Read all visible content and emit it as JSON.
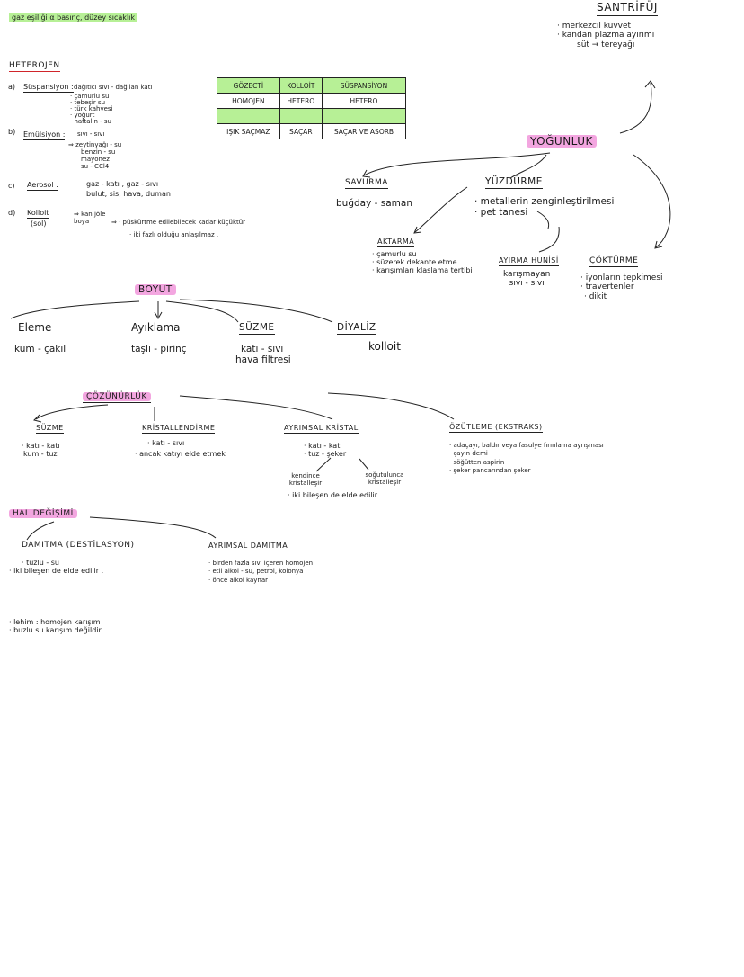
{
  "top": {
    "scribble": "gaz eşiliği α basınç, düzey sıcaklık",
    "santrifuj": "SANTRİFÜJ",
    "santrifuj_lines": [
      "· merkezcil kuvvet",
      "· kandan plazma ayırımı",
      "süt → tereyağı"
    ]
  },
  "heterojen": {
    "title": "HETEROJEN",
    "items": [
      {
        "marker": "a)",
        "label": "Süspansiyon :",
        "text": "dağıtıcı sıvı - dağılan katı",
        "sub": [
          "· çamurlu su",
          "· tebeşir su",
          "· türk kahvesi",
          "· yoğurt",
          "· naftalin - su"
        ]
      },
      {
        "marker": "b)",
        "label": "Emülsiyon :",
        "text": "sıvı - sıvı",
        "sub": [
          "⇒ zeytinyağı - su",
          "benzin - su",
          "mayonez",
          "su - CCl4"
        ]
      },
      {
        "marker": "c)",
        "label": "Aerosol :",
        "text": "gaz - katı , gaz - sıvı",
        "sub": [
          "bulut, sis, hava, duman"
        ]
      },
      {
        "marker": "d)",
        "label": "Kolloit",
        "label2": "(sol)",
        "text": "⇒ kan   jöle   boya",
        "sub": [
          "⇒ · püskürtme edilebilecek kadar küçüktür",
          "· iki fazlı olduğu anlaşılmaz ."
        ]
      }
    ]
  },
  "table": {
    "headers": [
      "GÖZECTİ",
      "KOLLOİT",
      "SÜSPANSİYON"
    ],
    "rows": [
      [
        "HOMOJEN",
        "HETERO",
        "HETERO"
      ],
      [
        "",
        "",
        ""
      ],
      [
        "IŞIK SAÇMAZ",
        "SAÇAR",
        "SAÇAR VE ASORB"
      ]
    ]
  },
  "yogunluk": {
    "title": "YOĞUNLUK",
    "savurma": {
      "title": "SAVURMA",
      "text": "buğday - saman"
    },
    "yuzdurme": {
      "title": "YÜZDÜRME",
      "lines": [
        "· metallerin zenginleştirilmesi",
        "· pet tanesi"
      ]
    },
    "aktarma": {
      "title": "AKTARMA",
      "lines": [
        "· çamurlu su",
        "· süzerek dekante etme",
        "· karışımları klaslama tertibi"
      ]
    },
    "ayirma_hunisi": {
      "title": "AYIRMA HUNİSİ",
      "lines": [
        "karışmayan",
        "sıvı - sıvı"
      ]
    },
    "coktarme": {
      "title": "ÇÖKTÜRME",
      "lines": [
        "· iyonların tepkimesi",
        "· travertenler",
        "· dikit"
      ]
    }
  },
  "boyut": {
    "title": "BOYUT",
    "items": [
      {
        "title": "Eleme",
        "text": "kum - çakıl"
      },
      {
        "title": "Ayıklama",
        "text": "taşlı - pirinç"
      },
      {
        "title": "SÜZME",
        "text": "katı - sıvı",
        "text2": "hava filtresi"
      },
      {
        "title": "DİYALİZ",
        "text": "kolloit"
      }
    ]
  },
  "cozunurluk": {
    "title": "ÇÖZÜNÜRLÜK",
    "suzme": {
      "title": "SÜZME",
      "lines": [
        "· katı - katı",
        "kum - tuz"
      ]
    },
    "kristallendirme": {
      "title": "KRİSTALLENDİRME",
      "lines": [
        "· katı - sıvı",
        "· ancak katıyı elde etmek"
      ]
    },
    "ayrimsal_kristal": {
      "title": "AYRIMSAL KRİSTAL",
      "lines": [
        "· katı - katı",
        "· tuz - şeker"
      ],
      "left": "kendince kristalleşir",
      "right": "soğutulunca kristalleşir",
      "bottom": "· iki bileşen de elde edilir ."
    },
    "ozutleme": {
      "title": "ÖZÜTLEME (EKSTRAKS)",
      "lines": [
        "· adaçayı, baldır veya fasulye fırınlama ayrışması",
        "· çayın demi",
        "· söğütten aspirin",
        "· şeker pancarından şeker"
      ]
    }
  },
  "hal": {
    "title": "HAL DEĞİŞİMİ",
    "damitma": {
      "title": "DAMITMA (DESTİLASYON)",
      "lines": [
        "· tuzlu - su",
        "· iki bileşen de elde edilir ."
      ]
    },
    "ayrimsal_damitma": {
      "title": "AYRIMSAL DAMITMA",
      "lines": [
        "· birden fazla sıvı içeren homojen",
        "· etil alkol - su, petrol, kolonya",
        "· önce alkol kaynar"
      ]
    }
  },
  "footer": {
    "lines": [
      "· lehim : homojen karışım",
      "· buzlu su karışım değildir."
    ]
  }
}
